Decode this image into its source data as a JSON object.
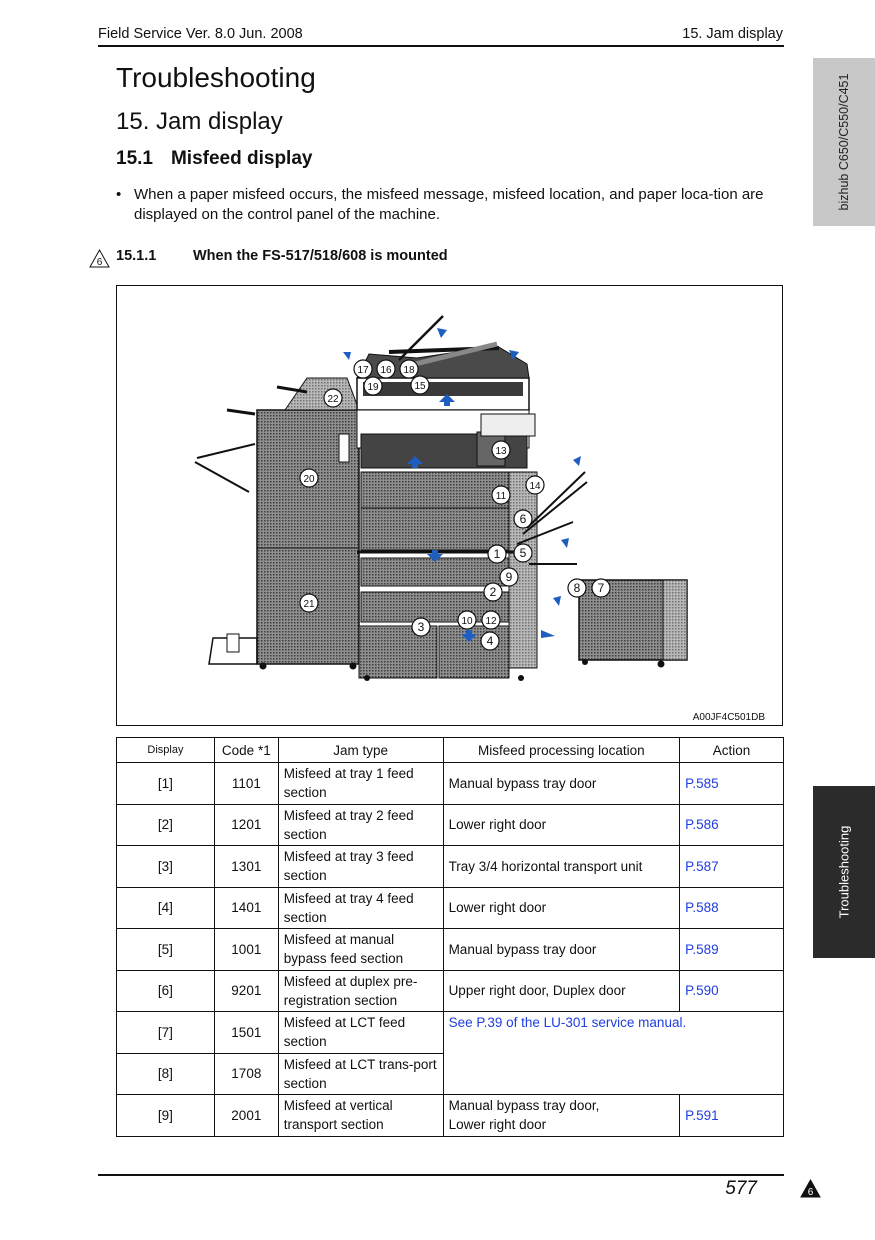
{
  "header": {
    "left": "Field Service Ver. 8.0 Jun. 2008",
    "right": "15. Jam display"
  },
  "side_tabs": {
    "model": "bizhub C650/C550/C451",
    "section": "Troubleshooting"
  },
  "headings": {
    "chapter": "Troubleshooting",
    "section": "15.  Jam display",
    "subsection_number": "15.1",
    "subsection_title": "Misfeed display"
  },
  "bullet": {
    "symbol": "•",
    "text": "When a paper misfeed occurs, the misfeed message, misfeed location, and paper loca-tion are displayed on the control panel of the machine."
  },
  "revision_marker": "6",
  "subsubsection": {
    "number": "15.1.1",
    "title": "When the FS-517/518/608 is mounted"
  },
  "figure": {
    "code": "A00JF4C501DB",
    "location_numbers": [
      "1",
      "2",
      "3",
      "4",
      "5",
      "6",
      "7",
      "8",
      "9",
      "10",
      "11",
      "12",
      "13",
      "14",
      "15",
      "16",
      "17",
      "18",
      "19",
      "20",
      "21",
      "22"
    ]
  },
  "table": {
    "headers": {
      "display": "Display",
      "code": "Code *1",
      "jam_type": "Jam type",
      "location": "Misfeed processing location",
      "action": "Action"
    },
    "rows": [
      {
        "display": "[1]",
        "code": "1101",
        "jam_type": "Misfeed at tray 1 feed section",
        "location": "Manual bypass tray door",
        "action": "P.585"
      },
      {
        "display": "[2]",
        "code": "1201",
        "jam_type": "Misfeed at tray 2 feed section",
        "location": "Lower right door",
        "action": "P.586"
      },
      {
        "display": "[3]",
        "code": "1301",
        "jam_type": "Misfeed at tray 3 feed section",
        "location": "Tray 3/4 horizontal transport unit",
        "action": "P.587"
      },
      {
        "display": "[4]",
        "code": "1401",
        "jam_type": "Misfeed at tray 4 feed section",
        "location": "Lower right door",
        "action": "P.588"
      },
      {
        "display": "[5]",
        "code": "1001",
        "jam_type": "Misfeed at manual bypass feed section",
        "location": "Manual bypass tray door",
        "action": "P.589"
      },
      {
        "display": "[6]",
        "code": "9201",
        "jam_type": "Misfeed at duplex pre-registration section",
        "location": "Upper right door, Duplex door",
        "action": "P.590"
      },
      {
        "display": "[7]",
        "code": "1501",
        "jam_type": "Misfeed at LCT feed section",
        "merged_note": "See P.39 of the LU-301 service manual."
      },
      {
        "display": "[8]",
        "code": "1708",
        "jam_type": "Misfeed at LCT trans-port section"
      },
      {
        "display": "[9]",
        "code": "2001",
        "jam_type": "Misfeed at vertical transport section",
        "location_line1": "Manual bypass tray door,",
        "location_line2": "Lower right door",
        "action": "P.591"
      }
    ]
  },
  "footer": {
    "page_number": "577",
    "marker": "6"
  }
}
